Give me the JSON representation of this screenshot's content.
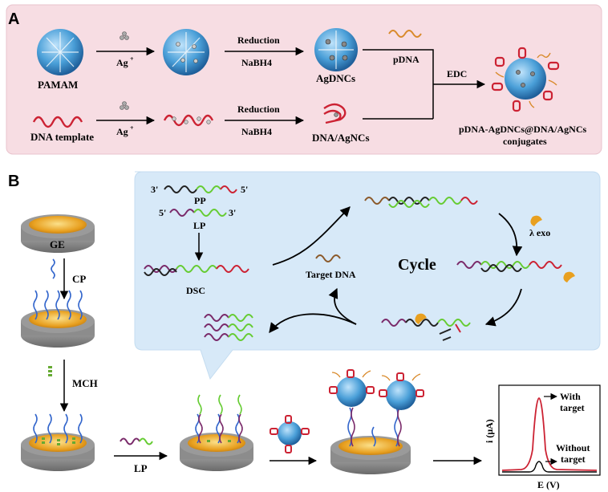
{
  "panel_a": {
    "label": "A",
    "pamam": "PAMAM",
    "ag_ion_1": "Ag",
    "ag_ion_2": "Ag",
    "ag_sup": "+",
    "reduction_1": "Reduction",
    "nabh4_1": "NaBH4",
    "agdncs": "AgDNCs",
    "pdna": "pDNA",
    "edc": "EDC",
    "dna_template": "DNA template",
    "reduction_2": "Reduction",
    "nabh4_2": "NaBH4",
    "dna_agncs": "DNA/AgNCs",
    "conjugates_line1": "pDNA-AgDNCs@DNA/AgNCs",
    "conjugates_line2": "conjugates"
  },
  "panel_b": {
    "label": "B",
    "ge": "GE",
    "cp": "CP",
    "mch": "MCH",
    "lp_bottom": "LP",
    "three_prime_1": "3'",
    "pp": "PP",
    "five_prime_1": "5'",
    "five_prime_2": "5'",
    "lp": "LP",
    "three_prime_2": "3'",
    "dsc": "DSC",
    "target_dna": "Target DNA",
    "cycle": "Cycle",
    "lambda_exo": "λ exo",
    "with_target_1": "With",
    "with_target_2": "target",
    "without_target_1": "Without",
    "without_target_2": "target",
    "y_axis": "i (μA)",
    "x_axis": "E (V)"
  },
  "colors": {
    "panel_a_bg": "#f7dde3",
    "panel_b_bg": "#d7e9f8",
    "red_strand": "#cc2233",
    "green_strand": "#66cc33",
    "blue_strand": "#3366cc",
    "purple_strand": "#7a2a6a",
    "orange_strand": "#d98a2b",
    "electrode": "#e8a020",
    "sphere": "#4a9fd8"
  }
}
